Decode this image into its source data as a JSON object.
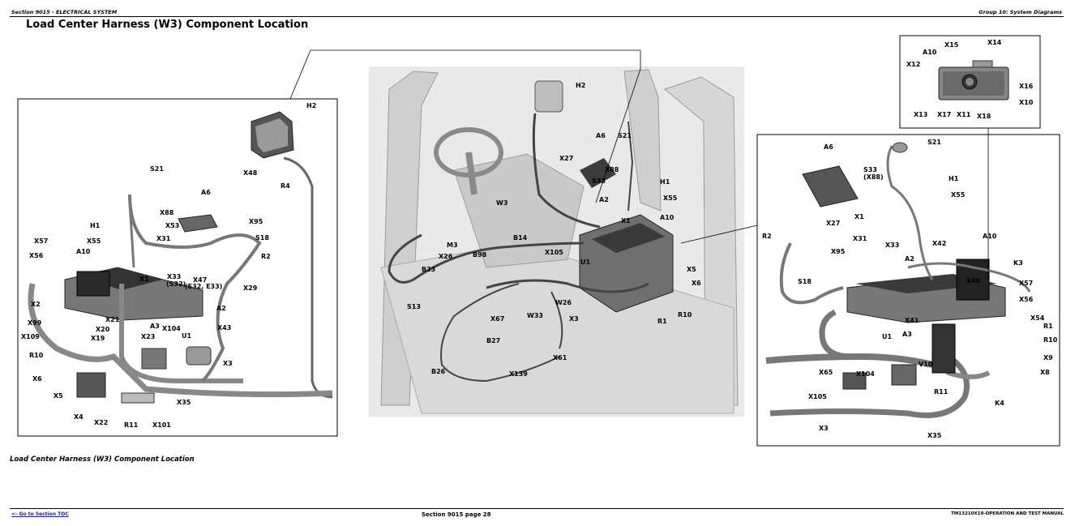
{
  "header": {
    "section": "Section 9015 - ELECTRICAL SYSTEM",
    "group": "Group 10: System Diagrams"
  },
  "title": "Load Center Harness (W3) Component Location",
  "caption": "Load Center Harness (W3) Component Location",
  "footer": {
    "toc_link": "<- Go to Section TOC",
    "page": "Section 9015 page 28",
    "manual": "TM13210X19-OPERATION AND TEST MANUAL"
  },
  "callouts": {
    "left": [
      "H2",
      "X48",
      "R4",
      "S21",
      "A6",
      "X88",
      "H1",
      "X55",
      "X53",
      "X95",
      "X31",
      "S18",
      "X57",
      "A10",
      "R2",
      "X56",
      "X1",
      "X33",
      "(S32)",
      "X47",
      "(E32, E33)",
      "X29",
      "X2",
      "A2",
      "X43",
      "X99",
      "X21",
      "X20",
      "A3",
      "X104",
      "X109",
      "X19",
      "X23",
      "U1",
      "R10",
      "X3",
      "X6",
      "X5",
      "X35",
      "X4",
      "X22",
      "R11",
      "X101"
    ],
    "center": [
      "H2",
      "A6",
      "S21",
      "X27",
      "X88",
      "S33",
      "H1",
      "X55",
      "W3",
      "A2",
      "X1",
      "A10",
      "M3",
      "B14",
      "X26",
      "B98",
      "X105",
      "B33",
      "U1",
      "X5",
      "X6",
      "S13",
      "W26",
      "X67",
      "W33",
      "X3",
      "R1",
      "R10",
      "B27",
      "X61",
      "B26",
      "X139"
    ],
    "inset": [
      "X15",
      "X14",
      "A10",
      "X12",
      "X16",
      "X10",
      "X13",
      "X17",
      "X11",
      "X18"
    ],
    "right": [
      "S21",
      "A6",
      "S33",
      "(X88)",
      "H1",
      "X55",
      "X27",
      "X1",
      "R2",
      "X31",
      "X95",
      "X33",
      "X42",
      "A10",
      "A2",
      "K3",
      "S18",
      "X40",
      "X57",
      "X56",
      "X41",
      "X54",
      "R1",
      "A3",
      "R10",
      "U1",
      "X9",
      "X65",
      "X104",
      "V10",
      "X8",
      "X105",
      "R11",
      "K4",
      "X3",
      "X35"
    ]
  }
}
